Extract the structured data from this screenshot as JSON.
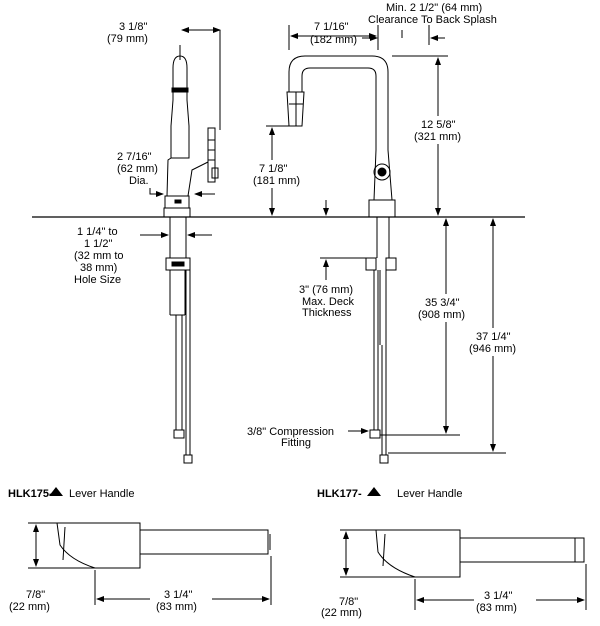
{
  "dimensions": {
    "spout_width": [
      "3 1/8\"",
      "(79 mm)"
    ],
    "base_dia": [
      "2 7/16\"",
      "(62 mm)",
      "Dia."
    ],
    "hole_size": [
      "1 1/4\" to",
      "1 1/2\"",
      "(32 mm to",
      "38 mm)",
      "Hole Size"
    ],
    "reach": [
      "7 1/16\"",
      "(182 mm)"
    ],
    "clearance": [
      "Min. 2 1/2\" (64 mm)",
      "Clearance To Back Splash"
    ],
    "spout_height": [
      "12 5/8\"",
      "(321 mm)"
    ],
    "aerator_height": [
      "7 1/8\"",
      "(181 mm)"
    ],
    "deck_thickness": [
      "3\" (76 mm)",
      "Max. Deck",
      "Thickness"
    ],
    "supply_length_1": [
      "35 3/4\"",
      "(908 mm)"
    ],
    "supply_length_2": [
      "37 1/4\"",
      "(946 mm)"
    ],
    "fitting": [
      "3/8\" Compression",
      "Fitting"
    ]
  },
  "handles": {
    "left": {
      "model": "HLK175-",
      "name": "Lever Handle",
      "height": [
        "7/8\"",
        "(22 mm)"
      ],
      "length": [
        "3 1/4\"",
        "(83 mm)"
      ]
    },
    "right": {
      "model": "HLK177-",
      "name": "Lever Handle",
      "height": [
        "7/8\"",
        "(22 mm)"
      ],
      "length": [
        "3 1/4\"",
        "(83 mm)"
      ]
    }
  }
}
